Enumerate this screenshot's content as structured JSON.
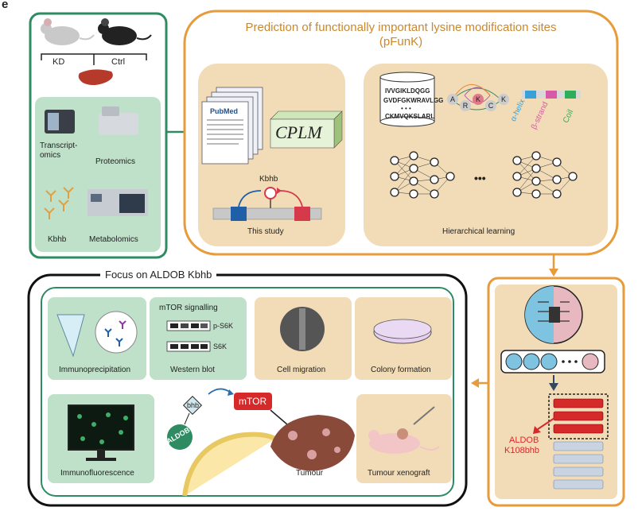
{
  "panel_letter": "e",
  "left_panel": {
    "mouse_labels": [
      "KD",
      "Ctrl"
    ],
    "omics": [
      "Transcript-\nomics",
      "Proteomics",
      "Kbhb",
      "Metabolomics"
    ]
  },
  "pfunk_panel": {
    "title_line1": "Prediction of functionally important lysine modification sites",
    "title_line2": "(pFunK)",
    "study": {
      "pubmed": "PubMed",
      "cplm": "CPLM",
      "kbhb": "Kbhb",
      "caption": "This study"
    },
    "learning": {
      "sequences": [
        "IVVGIKLDQGG",
        "GVDFGKWRAVLGG",
        "CKMVQKSLARL"
      ],
      "dots": "• • •",
      "residues": [
        "A",
        "R",
        "K",
        "C",
        "K"
      ],
      "structure_labels": [
        "α-helix",
        "β-strand",
        "Coil"
      ],
      "ellipsis": "•••",
      "caption": "Hierarchical learning"
    }
  },
  "focus_panel": {
    "title": "Focus on ALDOB Kbhb",
    "cards": {
      "ip": "Immunoprecipitation",
      "wb_title": "mTOR signalling",
      "wb_bands": [
        "p-S6K",
        "S6K"
      ],
      "wb": "Western blot",
      "migration": "Cell migration",
      "colony": "Colony formation",
      "if": "Immunofluorescence",
      "tumour": "Tumour",
      "xenograft": "Tumour xenograft"
    },
    "mechanism": {
      "aldob": "ALDOB",
      "bhb": "bhb",
      "mtor": "mTOR"
    }
  },
  "prediction_panel": {
    "site_label_line1": "ALDOB",
    "site_label_line2": "K108bhb"
  },
  "colors": {
    "green": "#2e8b62",
    "orange": "#e89b3a",
    "beige": "#f2dcb8",
    "green_fill": "#bfe0c9"
  }
}
